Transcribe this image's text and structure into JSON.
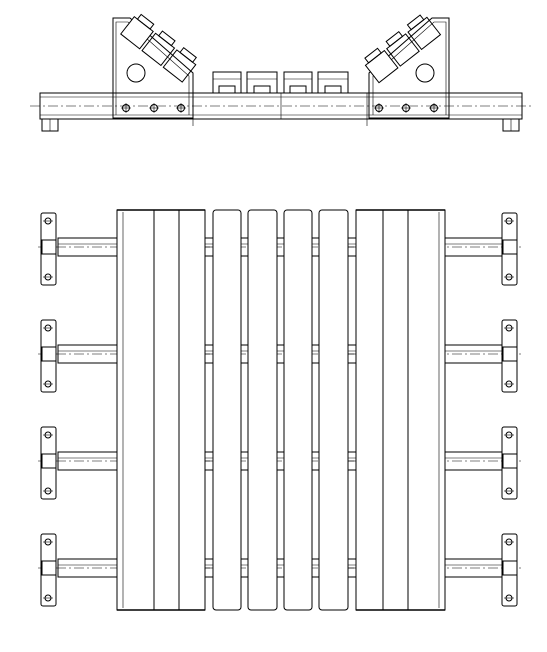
{
  "drawing": {
    "elevation_view": {
      "idler_rolls": [
        {
          "group": "left-wing",
          "count": 3,
          "trough": "left"
        },
        {
          "group": "center",
          "count": 4,
          "trough": "flat"
        },
        {
          "group": "right-wing",
          "count": 3,
          "trough": "right"
        }
      ],
      "bracket_bolt_holes_per_side": 3,
      "bracket_round_holes_per_side": 1
    },
    "plan_view": {
      "idler_stations": 4,
      "roll_segments": {
        "left_wing": 3,
        "center": 4,
        "right_wing": 3
      },
      "mounting_plates_per_side": 4
    },
    "colors": {
      "line": "#000000",
      "background": "#ffffff"
    }
  }
}
